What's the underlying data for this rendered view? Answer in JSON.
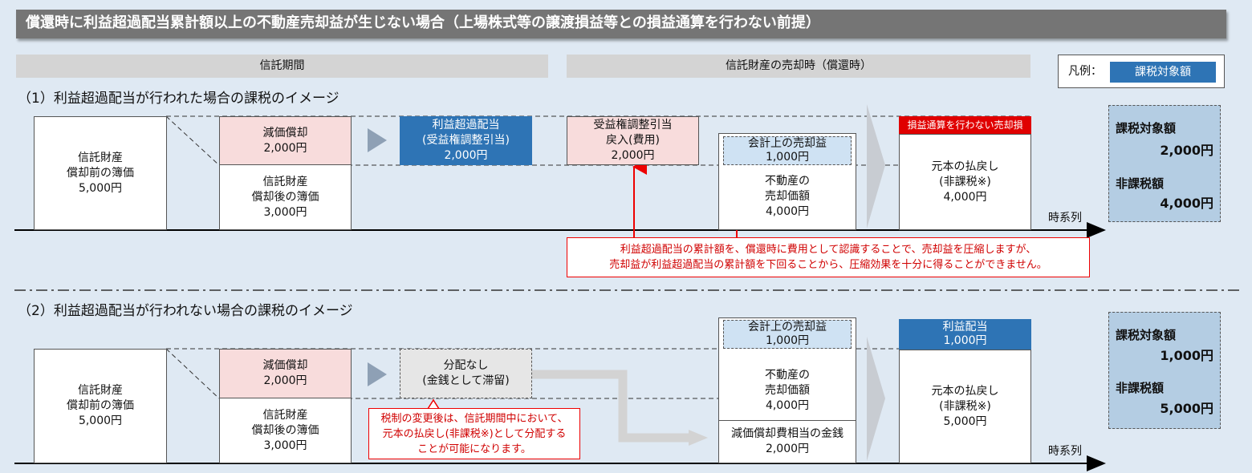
{
  "title": "償還時に利益超過配当累計額以上の不動産売却益が生じない場合（上場株式等の譲渡損益等との損益通算を行わない前提）",
  "phases": {
    "trust_period": "信託期間",
    "sale_time": "信託財産の売却時（償還時）"
  },
  "legend": {
    "label": "凡例：",
    "swatch": "課税対象額"
  },
  "case1": {
    "heading": "（1）利益超過配当が行われた場合の課税のイメージ",
    "initial_book": [
      "信託財産",
      "償却前の簿価",
      "5,000円"
    ],
    "depreciation": [
      "減価償却",
      "2,000円"
    ],
    "book_after": [
      "信託財産",
      "償却後の簿価",
      "3,000円"
    ],
    "excess_dist": [
      "利益超過配当",
      "(受益権調整引当)",
      "2,000円"
    ],
    "reversal": [
      "受益権調整引当",
      "戻入(費用)",
      "2,000円"
    ],
    "gain": [
      "会計上の売却益",
      "1,000円"
    ],
    "sale_price": [
      "不動産の",
      "売却価額",
      "4,000円"
    ],
    "no_offset_banner": "損益通算を行わない売却損",
    "return_principal": [
      "元本の払戻し",
      "(非課税※)",
      "4,000円"
    ],
    "timeline": "時系列",
    "note": [
      "利益超過配当の累計額を、償還時に費用として認識することで、売却益を圧縮しますが、",
      "売却益が利益超過配当の累計額を下回ることから、圧縮効果を十分に得ることができません。"
    ],
    "taxable_label": "課税対象額",
    "taxable_amount": "2,000円",
    "nontaxable_label": "非課税額",
    "nontaxable_amount": "4,000円"
  },
  "case2": {
    "heading": "（2）利益超過配当が行われない場合の課税のイメージ",
    "initial_book": [
      "信託財産",
      "償却前の簿価",
      "5,000円"
    ],
    "depreciation": [
      "減価償却",
      "2,000円"
    ],
    "book_after": [
      "信託財産",
      "償却後の簿価",
      "3,000円"
    ],
    "no_dist": [
      "分配なし",
      "(金銭として滞留)"
    ],
    "note": [
      "税制の変更後は、信託期間中において、",
      "元本の払戻し(非課税※)として分配する",
      "ことが可能になります。"
    ],
    "gain": [
      "会計上の売却益",
      "1,000円"
    ],
    "sale_price": [
      "不動産の",
      "売却価額",
      "4,000円"
    ],
    "depr_cash": [
      "減価償却費相当の金銭",
      "2,000円"
    ],
    "profit_dist": [
      "利益配当",
      "1,000円"
    ],
    "return_principal": [
      "元本の払戻し",
      "(非課税※)",
      "5,000円"
    ],
    "timeline": "時系列",
    "taxable_label": "課税対象額",
    "taxable_amount": "1,000円",
    "nontaxable_label": "非課税額",
    "nontaxable_amount": "5,000円"
  },
  "colors": {
    "title_bg": "#757575",
    "accent_blue": "#2e74b5",
    "pink": "#f8dcdc",
    "light_blue": "#cfe2f3",
    "tax_panel": "#b4cde3",
    "red": "#e00000"
  }
}
